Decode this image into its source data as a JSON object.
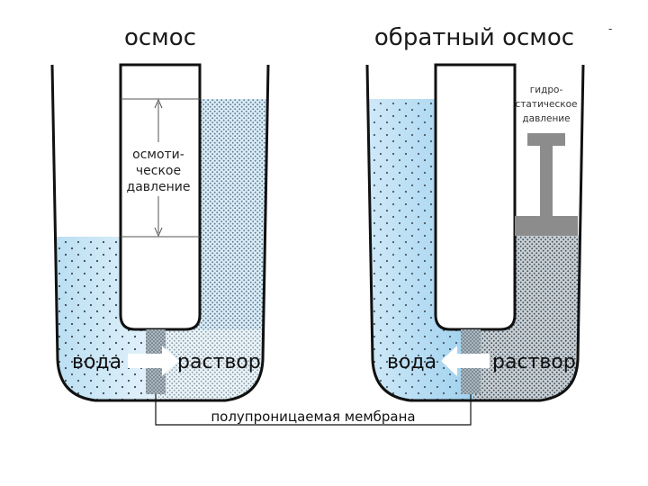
{
  "titles": {
    "osmosis": "осмос",
    "reverse_osmosis": "обратный осмос"
  },
  "left": {
    "pressure_label_lines": [
      "осмоти-",
      "ческое",
      "давление"
    ],
    "water_label": "вода",
    "solution_label": "раствор"
  },
  "right": {
    "pressure_label_lines": [
      "гидро-",
      "статическое",
      "давление"
    ],
    "water_label": "вода",
    "solution_label": "раствор"
  },
  "membrane_label": "полупроницаемая мембрана",
  "corner_mark": "-",
  "colors": {
    "outline": "#111111",
    "water_light": "#e2f1fb",
    "water_mid": "#cfe8f6",
    "water_dark": "#b4daf1",
    "membrane": "#9aa9b3",
    "piston": "#8c8c8c",
    "dots": "#4a5a66",
    "arrow": "#ffffff"
  }
}
